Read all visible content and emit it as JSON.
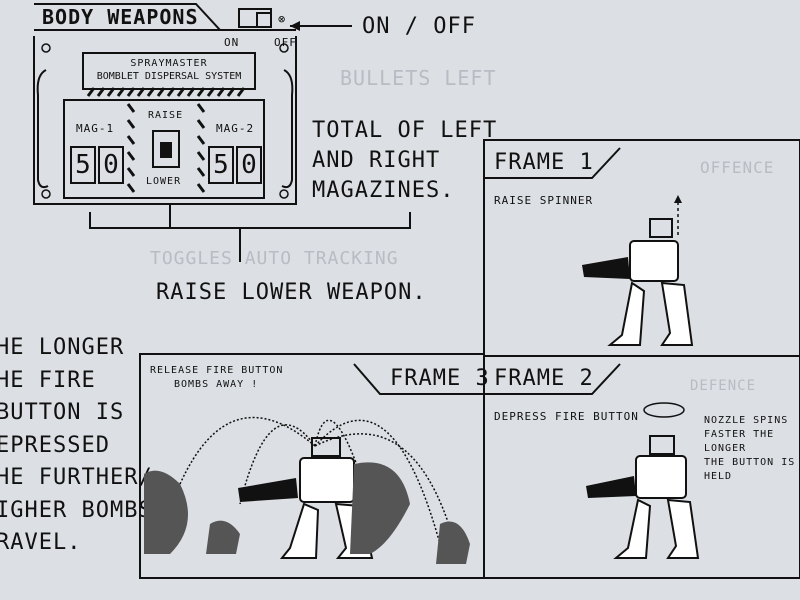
{
  "header": {
    "title": "BODY WEAPONS",
    "on_label": "ON",
    "off_label": "OFF"
  },
  "panel": {
    "name_line1": "SPRAYMASTER",
    "name_line2": "BOMBLET DISPERSAL SYSTEM",
    "mag1_label": "MAG-1",
    "mag2_label": "MAG-2",
    "raise_label": "RAISE",
    "lower_label": "LOWER",
    "mag1_digits": [
      "5",
      "0"
    ],
    "mag2_digits": [
      "5",
      "0"
    ]
  },
  "annotations": {
    "on_off": "ON / OFF",
    "total_line1": "TOTAL OF LEFT",
    "total_line2": "AND RIGHT",
    "total_line3": "MAGAZINES.",
    "raise_lower": "RAISE LOWER WEAPON."
  },
  "left_text": [
    "HE LONGER",
    "HE FIRE",
    "BUTTON IS",
    "EPRESSED",
    "HE FURTHER/",
    "IGHER BOMBS",
    "RAVEL."
  ],
  "frames": {
    "frame1": {
      "title": "FRAME 1",
      "caption": "RAISE SPINNER"
    },
    "frame2": {
      "title": "FRAME 2",
      "caption": "DEPRESS FIRE BUTTON",
      "note": [
        "NOZZLE SPINS",
        "FASTER THE LONGER",
        "THE BUTTON IS",
        "HELD"
      ]
    },
    "frame3": {
      "title": "FRAME 3",
      "caption": [
        "RELEASE FIRE BUTTON",
        "BOMBS AWAY !"
      ]
    }
  },
  "ghost_text": [
    "BULLETS LEFT",
    "TOGGLES AUTO TRACKING",
    "OFFENCE",
    "DEFENCE"
  ]
}
